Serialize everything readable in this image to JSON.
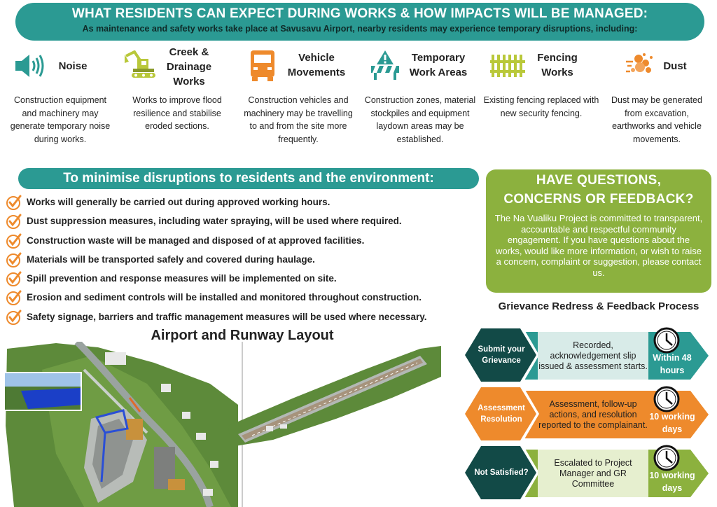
{
  "header": {
    "title": "WHAT RESIDENTS CAN EXPECT DURING WORKS & HOW IMPACTS WILL BE MANAGED:",
    "subtitle": "As maintenance and safety works take place at Savusavu Airport, nearby residents may experience temporary disruptions, including:"
  },
  "impacts": [
    {
      "icon": "speaker-icon",
      "title": "Noise",
      "desc": "Construction equipment and machinery may generate temporary noise during works."
    },
    {
      "icon": "excavator-icon",
      "title": "Creek & Drainage Works",
      "desc": "Works to improve flood resilience and stabilise eroded sections."
    },
    {
      "icon": "truck-icon",
      "title": "Vehicle Movements",
      "desc": "Construction vehicles and machinery may be travelling to and from the site more frequently."
    },
    {
      "icon": "warning-barrier-icon",
      "title": "Temporary Work Areas",
      "desc": "Construction zones, material stockpiles and equipment laydown areas may be established."
    },
    {
      "icon": "fence-icon",
      "title": "Fencing Works",
      "desc": "Existing fencing replaced with new security fencing."
    },
    {
      "icon": "dust-icon",
      "title": "Dust",
      "desc": "Dust may be generated from excavation, earthworks and vehicle movements."
    }
  ],
  "minimise": {
    "title": "To minimise disruptions to residents and the environment:",
    "items": [
      "Works will generally be carried out during approved working hours.",
      "Dust suppression measures, including water spraying, will be used where required.",
      "Construction waste will be managed and disposed of at approved facilities.",
      "Materials will be transported safely and covered during haulage.",
      "Spill prevention and response measures will be implemented on site.",
      "Erosion and sediment controls will be installed and monitored throughout construction.",
      "Safety signage, barriers and traffic management measures will be used where necessary."
    ]
  },
  "questions": {
    "title_line1": "HAVE QUESTIONS,",
    "title_line2": "CONCERNS OR FEEDBACK?",
    "text": "The Na Vualiku Project is committed to transparent, accountable and respectful community engagement. If you have questions about the works, would like more information, or wish to raise a concern, complaint or suggestion, please contact us."
  },
  "grievance": {
    "title": "Grievance Redress & Feedback Process",
    "steps": [
      {
        "label": "Submit your Grievance",
        "text": "Recorded, acknowledgement slip issued & assessment starts.",
        "time": "Within 48 hours",
        "color": "#2b9a93",
        "hex_color": "#124a47"
      },
      {
        "label": "Assessment Resolution",
        "text": "Assessment, follow-up actions, and resolution reported to the complainant.",
        "time": "10 working days",
        "color": "#ee8a2c",
        "hex_color": "#124a47"
      },
      {
        "label": "Not Satisfied?",
        "text": "Escalated to Project Manager and GR Committee",
        "time": "10 working days",
        "color": "#8cb13e",
        "hex_color": "#124a47"
      }
    ]
  },
  "map": {
    "title": "Airport and Runway Layout"
  },
  "colors": {
    "teal": "#2b9a93",
    "dark_teal": "#124a47",
    "orange": "#ee8a2c",
    "green": "#8cb13e",
    "yellow_green": "#b9c83a"
  }
}
